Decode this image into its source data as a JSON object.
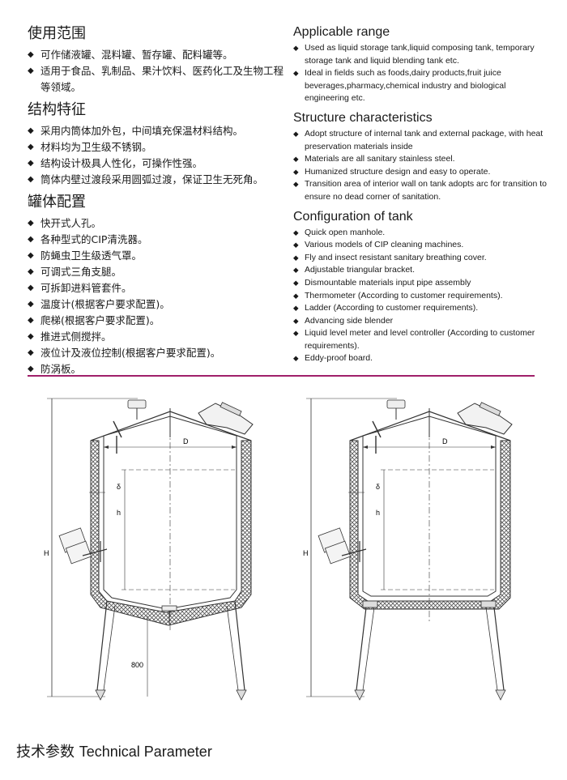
{
  "cn": {
    "scope": {
      "title": "使用范围",
      "items": [
        "可作储液罐、混料罐、暂存罐、配料罐等。",
        "适用于食品、乳制品、果汁饮料、医药化工及生物工程等领域。"
      ]
    },
    "structure": {
      "title": "结构特征",
      "items": [
        "采用内筒体加外包，中间填充保温材料结构。",
        "材料均为卫生级不锈钢。",
        "结构设计极具人性化，可操作性强。",
        "筒体内壁过渡段采用圆弧过渡，保证卫生无死角。"
      ]
    },
    "config": {
      "title": "罐体配置",
      "items": [
        "快开式人孔。",
        "各种型式的CIP清洗器。",
        "防蝇虫卫生级透气罩。",
        "可调式三角支腿。",
        "可拆卸进料管套件。",
        "温度计(根据客户要求配置)。",
        "爬梯(根据客户要求配置)。",
        "推进式侧搅拌。",
        "液位计及液位控制(根据客户要求配置)。",
        "防涡板。"
      ]
    }
  },
  "en": {
    "scope": {
      "title": "Applicable range",
      "items": [
        "Used as liquid storage tank,liquid composing tank, temporary storage tank and liquid blending tank etc.",
        "Ideal in fields such as foods,dairy products,fruit juice beverages,pharmacy,chemical industry and biological engineering etc."
      ]
    },
    "structure": {
      "title": "Structure characteristics",
      "items": [
        "Adopt structure of internal tank and external package, with heat preservation materials inside",
        "Materials are all sanitary stainless steel.",
        "Humanized structure design and easy to operate.",
        "Transition area of interior wall on tank adopts arc for transition to ensure no dead corner of sanitation."
      ]
    },
    "config": {
      "title": "Configuration of tank",
      "items": [
        "Quick open manhole.",
        "Various models of CIP cleaning machines.",
        "Fly and insect resistant sanitary breathing cover.",
        "Adjustable triangular bracket.",
        "Dismountable materials input pipe assembly",
        "Thermometer (According to customer requirements).",
        "Ladder (According to customer requirements).",
        "Advancing side blender",
        "Liquid level meter and level controller (According to customer requirements).",
        "Eddy-proof board."
      ]
    }
  },
  "bullet_symbol": "◆",
  "accent_color": "#a0206a",
  "drawing_labels": {
    "diameter": "D",
    "thickness": "δ",
    "height_inner": "h",
    "height_total": "H",
    "leg_height": "800"
  },
  "footer": {
    "cn": "技术参数",
    "en": "Technical Parameter"
  }
}
